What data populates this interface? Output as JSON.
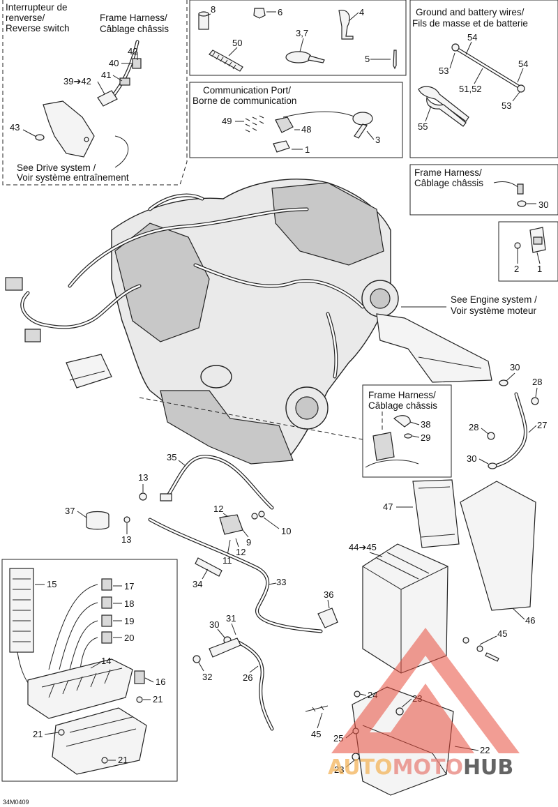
{
  "captions": {
    "reverse_switch_fr": "Interrupteur de",
    "reverse_switch_fr2": "renverse/",
    "reverse_switch_en": "Reverse switch",
    "frame_harness_en": "Frame Harness/",
    "frame_harness_fr": "Câblage châssis",
    "see_drive_en": "See Drive system /",
    "see_drive_fr": "Voir système entraînement",
    "ground_en": "Ground and battery wires/",
    "ground_fr": "Fils de masse et de batterie",
    "comm_port_en": "Communication Port/",
    "comm_port_fr": "Borne de communication",
    "frame_harness2_en": "Frame Harness/",
    "frame_harness2_fr": "Câblage châssis",
    "see_engine_en": "See Engine system /",
    "see_engine_fr": "Voir système moteur",
    "frame_harness3_en": "Frame Harness/",
    "frame_harness3_fr": "Câblage châssis"
  },
  "callouts": {
    "c42": "42",
    "c40": "40",
    "c41": "41",
    "c39_42": "39➔42",
    "c43": "43",
    "c8": "8",
    "c6": "6",
    "c4": "4",
    "c50": "50",
    "c37": "3,7",
    "c5": "5",
    "c49": "49",
    "c48": "48",
    "c1a": "1",
    "c3": "3",
    "c54a": "54",
    "c53a": "53",
    "c54b": "54",
    "c5152": "51,52",
    "c53b": "53",
    "c55": "55",
    "c30a": "30",
    "c2": "2",
    "c1b": "1",
    "c30b": "30",
    "c28a": "28",
    "c38": "38",
    "c29": "29",
    "c28b": "28",
    "c27": "27",
    "c30c": "30",
    "c35": "35",
    "c13a": "13",
    "c12a": "12",
    "c37b": "37",
    "c13b": "13",
    "c10": "10",
    "c9": "9",
    "c12b": "12",
    "c11": "11",
    "c47": "47",
    "c44_45": "44➔45",
    "c46": "46",
    "c34": "34",
    "c33": "33",
    "c36": "36",
    "c15": "15",
    "c17": "17",
    "c18": "18",
    "c19": "19",
    "c20": "20",
    "c14": "14",
    "c16": "16",
    "c21a": "21",
    "c21b": "21",
    "c21c": "21",
    "c30d": "30",
    "c31": "31",
    "c32": "32",
    "c26": "26",
    "c45a": "45",
    "c24": "24",
    "c45b": "45",
    "c25": "25",
    "c23a": "23",
    "c22": "22",
    "c23b": "23"
  },
  "drawing_code": "34M0409",
  "watermark": {
    "part1": "AUTO",
    "part2": "MOTO",
    "part3": "HUB",
    "colors": {
      "auto": "#f3b45a",
      "moto": "#e8827a",
      "hub": "#4a4a4a",
      "triangle": "#e74c3c"
    }
  }
}
